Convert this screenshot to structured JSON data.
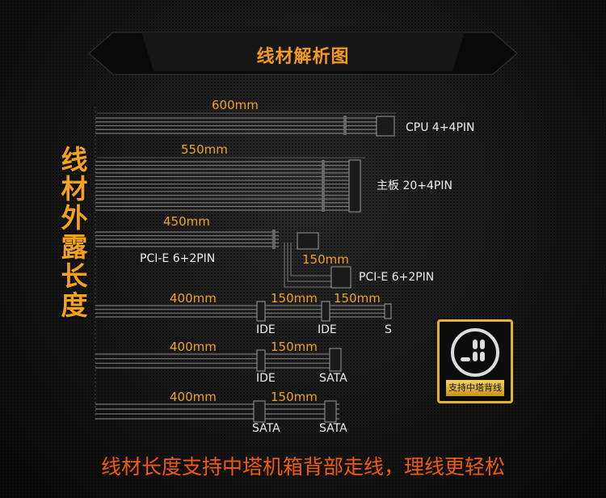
{
  "title": "线材解析图",
  "side_title": "线材外露长度",
  "caption": "线材长度支持中塔机箱背部走线，理线更轻松",
  "badge": {
    "icon": "cable-routing-icon",
    "label": "支持中塔背线"
  },
  "colors": {
    "accent": "#f39a1e",
    "caption": "#f05a12",
    "badge": "#e2b431"
  },
  "cables": [
    {
      "length": "600mm",
      "name": "CPU 4+4PIN"
    },
    {
      "length": "550mm",
      "name": "主板 20+4PIN"
    },
    {
      "length": "450mm",
      "name": "PCI-E 6+2PIN",
      "branch_length": "150mm",
      "branch_name": "PCI-E 6+2PIN"
    },
    {
      "lengths": [
        "400mm",
        "150mm",
        "150mm"
      ],
      "connectors": [
        "IDE",
        "IDE",
        "S"
      ]
    },
    {
      "lengths": [
        "400mm",
        "150mm"
      ],
      "connectors": [
        "IDE",
        "SATA"
      ]
    },
    {
      "lengths": [
        "400mm",
        "150mm"
      ],
      "connectors": [
        "SATA",
        "SATA"
      ]
    }
  ]
}
